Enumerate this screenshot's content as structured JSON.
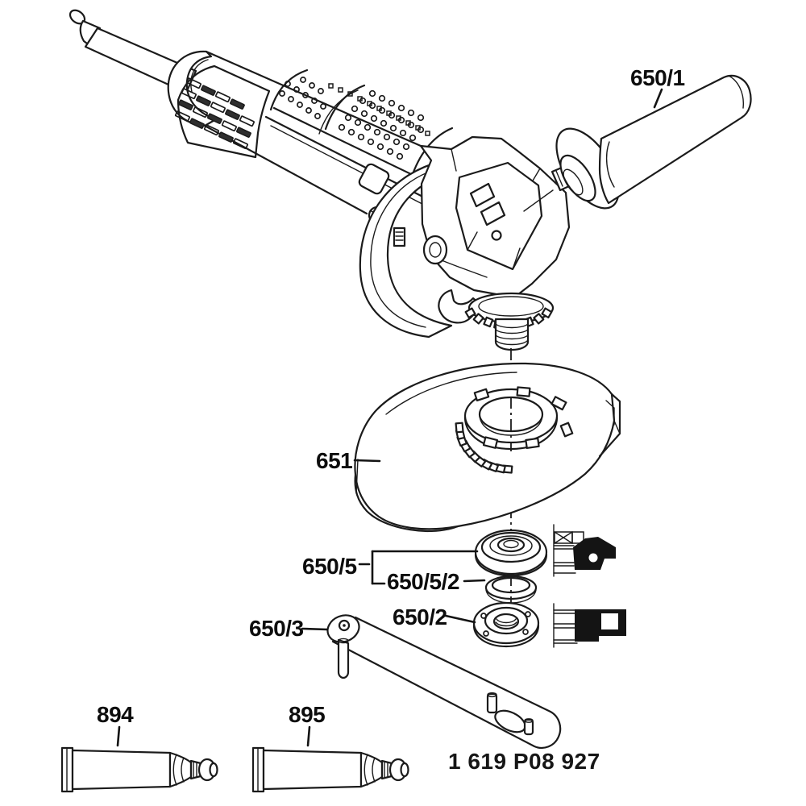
{
  "diagram": {
    "title_hint": "Angle grinder exploded parts diagram",
    "part_number": "1 619 P08 927",
    "labels": {
      "aux_handle": "650/1",
      "guard": "651",
      "flange_set": "650/5",
      "o_ring": "650/5/2",
      "clamp_nut": "650/2",
      "pin_spanner": "650/3",
      "grease_tube_a": "894",
      "grease_tube_b": "895"
    },
    "colors": {
      "line": "#1b1b1b",
      "background": "#ffffff",
      "pictogram_fill": "#141414",
      "label_text": "#0d0d0d"
    }
  }
}
